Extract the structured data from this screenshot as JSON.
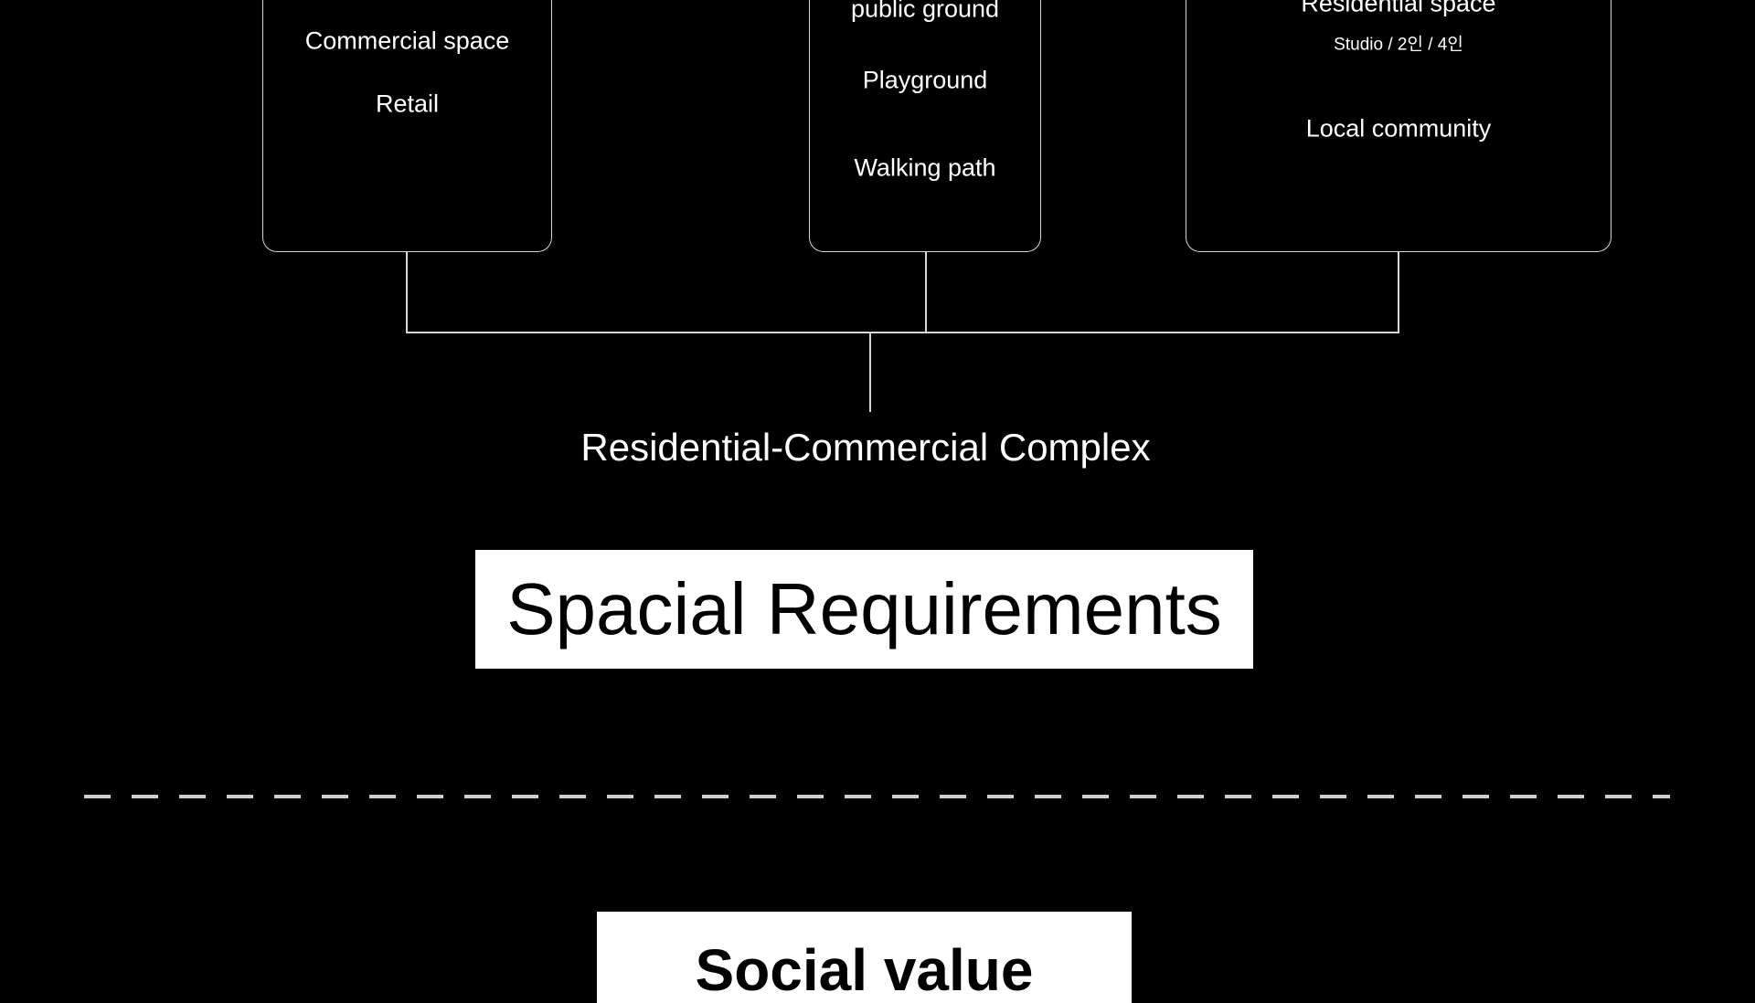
{
  "boxes": {
    "commercial": {
      "items": [
        "Commercial space",
        "Retail"
      ]
    },
    "public": {
      "items": [
        "public ground",
        "Playground",
        "Walking path"
      ]
    },
    "residential": {
      "title": "Residential space",
      "subtitle": "Studio / 2인 / 4인",
      "items": [
        "Local community"
      ]
    }
  },
  "complex_label": "Residential-Commercial Complex",
  "spatial_heading": "Spacial Requirements",
  "social_heading": "Social value"
}
